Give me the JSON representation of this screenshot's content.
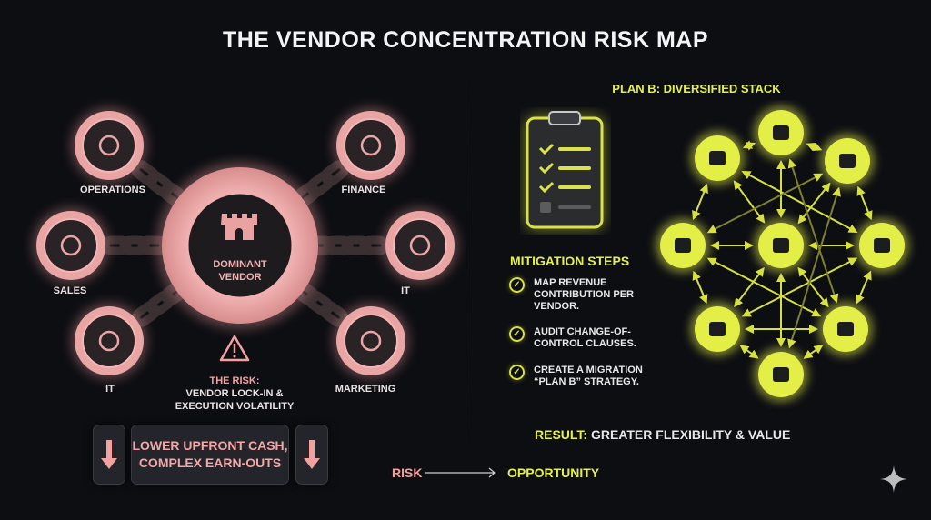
{
  "title": "THE VENDOR CONCENTRATION RISK MAP",
  "left": {
    "center": {
      "label_line1": "DOMINANT",
      "label_line2": "VENDOR",
      "icon": "castle-icon"
    },
    "departments": [
      {
        "label": "OPERATIONS",
        "icon": "gear-clock-icon"
      },
      {
        "label": "FINANCE",
        "icon": "hand-dollar-icon"
      },
      {
        "label": "SALES",
        "icon": "growth-chart-icon"
      },
      {
        "label": "IT",
        "icon": "team-presentation-icon"
      },
      {
        "label": "IT",
        "icon": "monitor-gear-icon"
      },
      {
        "label": "MARKETING",
        "icon": "megaphone-icon"
      }
    ],
    "risk": {
      "heading": "THE RISK:",
      "line1": "VENDOR LOCK-IN &",
      "line2": "EXECUTION VOLATILITY"
    },
    "impact": {
      "line1": "LOWER UPFRONT CASH,",
      "line2": "COMPLEX EARN-OUTS"
    }
  },
  "flow": {
    "from": "RISK",
    "to": "OPPORTUNITY"
  },
  "right": {
    "heading": "PLAN B: DIVERSIFIED STACK",
    "mitigation_title": "MITIGATION STEPS",
    "steps": [
      {
        "line1": "MAP REVENUE",
        "line2": "CONTRIBUTION PER",
        "line3": "VENDOR."
      },
      {
        "line1": "AUDIT CHANGE-OF-",
        "line2": "CONTROL CLAUSES."
      },
      {
        "line1": "CREATE A MIGRATION",
        "line2": "“PLAN B” STRATEGY."
      }
    ],
    "result_label": "RESULT:",
    "result_text": "GREATER FLEXIBILITY & VALUE"
  },
  "colors": {
    "risk": "#f2a0a0",
    "opportunity": "#e6f04a",
    "background": "#0d0e12"
  }
}
